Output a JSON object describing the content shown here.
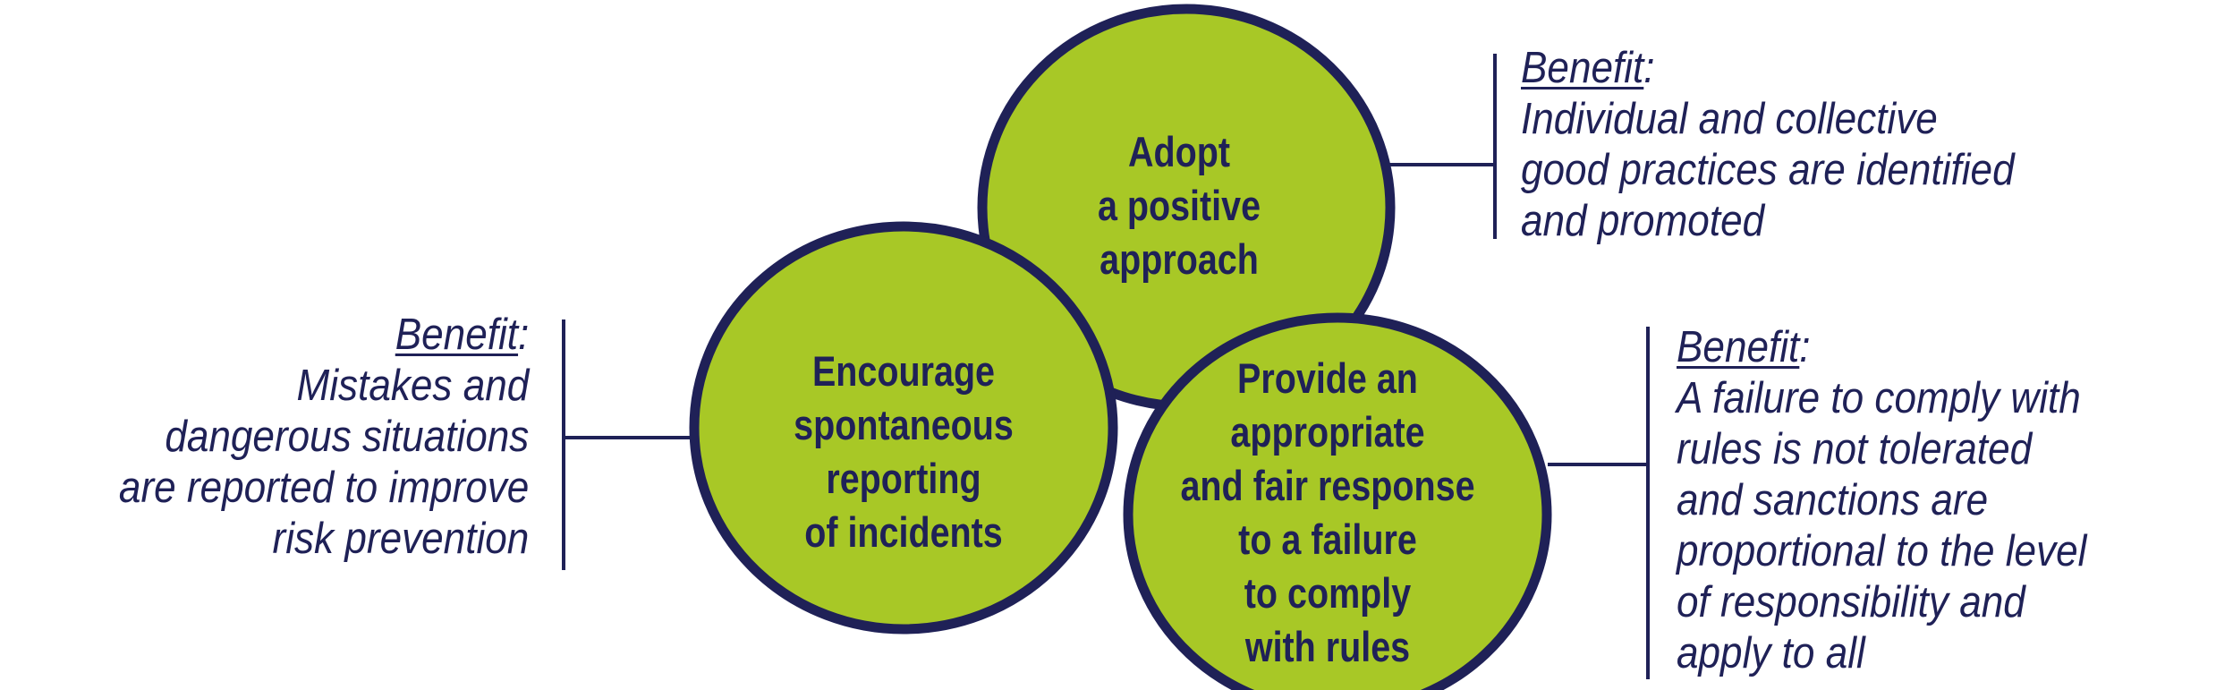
{
  "colors": {
    "circle_fill": "#a8c826",
    "outline": "#1f2157",
    "text": "#1f2157"
  },
  "circles": [
    {
      "id": "top",
      "lines": [
        "Adopt",
        "a positive",
        "approach"
      ]
    },
    {
      "id": "left",
      "lines": [
        "Encourage",
        "spontaneous",
        "reporting",
        "of incidents"
      ]
    },
    {
      "id": "right",
      "lines": [
        "Provide an",
        "appropriate",
        "and fair response",
        "to a failure",
        "to comply",
        "with rules"
      ]
    }
  ],
  "benefits": {
    "top": {
      "heading": "Benefit",
      "colon": ":",
      "lines": [
        "Individual and collective",
        "good practices are identified",
        "and promoted"
      ]
    },
    "left": {
      "heading": "Benefit",
      "colon": ":",
      "lines": [
        "Mistakes and",
        "dangerous situations",
        "are reported to improve",
        "risk prevention"
      ]
    },
    "right": {
      "heading": "Benefit",
      "colon": ":",
      "lines": [
        "A failure to comply with",
        "rules is not tolerated",
        "and sanctions are",
        "proportional to the level",
        "of responsibility and",
        "apply to all"
      ]
    }
  }
}
